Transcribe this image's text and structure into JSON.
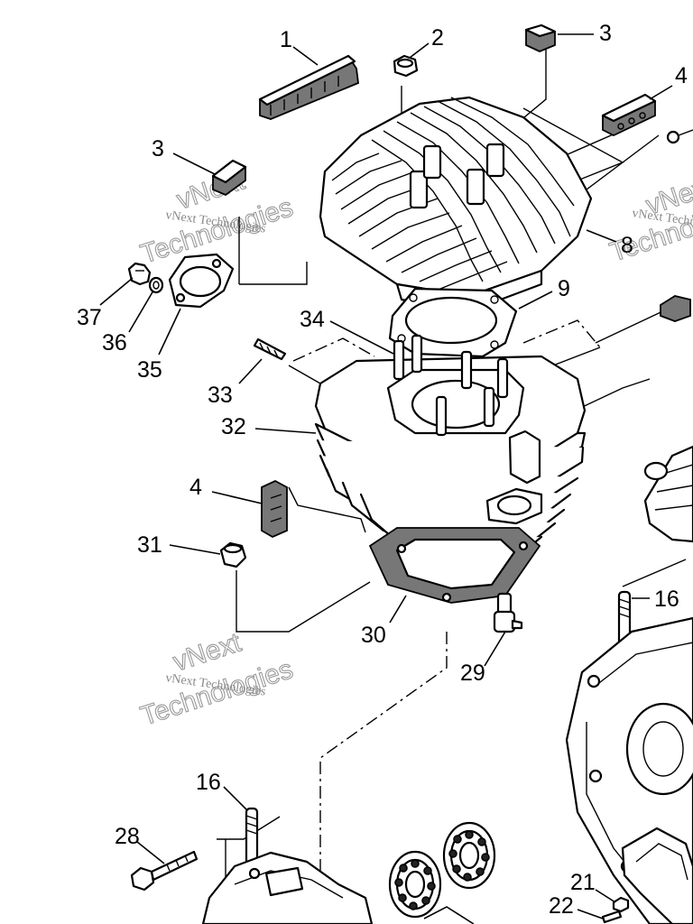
{
  "callouts": {
    "c1": "1",
    "c2": "2",
    "c3a": "3",
    "c3b": "3",
    "c4a": "4",
    "c4b": "4",
    "c8": "8",
    "c9": "9",
    "c16a": "16",
    "c16b": "16",
    "c21": "21",
    "c22": "22",
    "c28": "28",
    "c29": "29",
    "c30": "30",
    "c31": "31",
    "c32": "32",
    "c33": "33",
    "c34": "34",
    "c35": "35",
    "c36": "36",
    "c37": "37"
  },
  "watermark": {
    "company": "vNext Technologies",
    "stylized": "vNext",
    "stylized_line2": "Technologies"
  }
}
